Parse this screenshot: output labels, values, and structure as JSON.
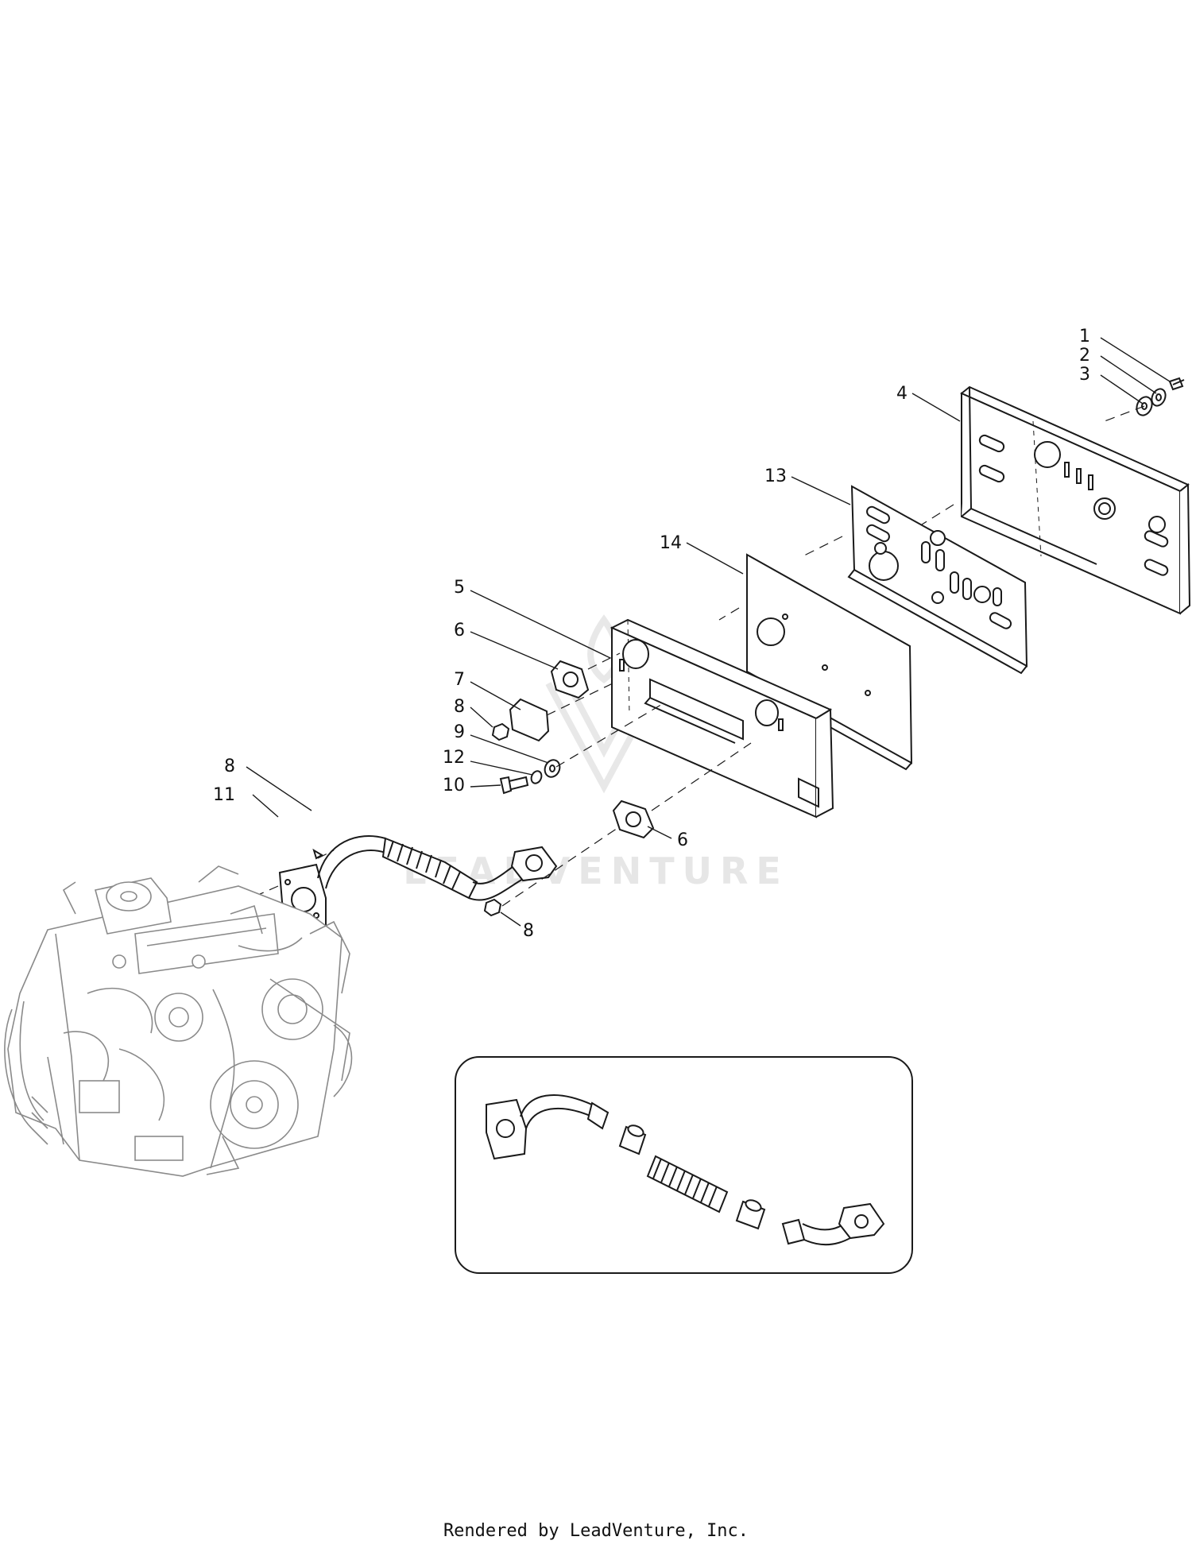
{
  "watermark": {
    "brand_text": "LEADVENTURE"
  },
  "callouts": [
    "1",
    "2",
    "3",
    "4",
    "5",
    "6",
    "7",
    "8",
    "9",
    "10",
    "11",
    "12",
    "13",
    "14"
  ],
  "footer": {
    "credit": "Rendered by LeadVenture, Inc."
  },
  "colors": {
    "line": "#1a1a1a",
    "engine_line": "#8a8a8a",
    "watermark": "#e4e4e4",
    "background": "#ffffff"
  }
}
